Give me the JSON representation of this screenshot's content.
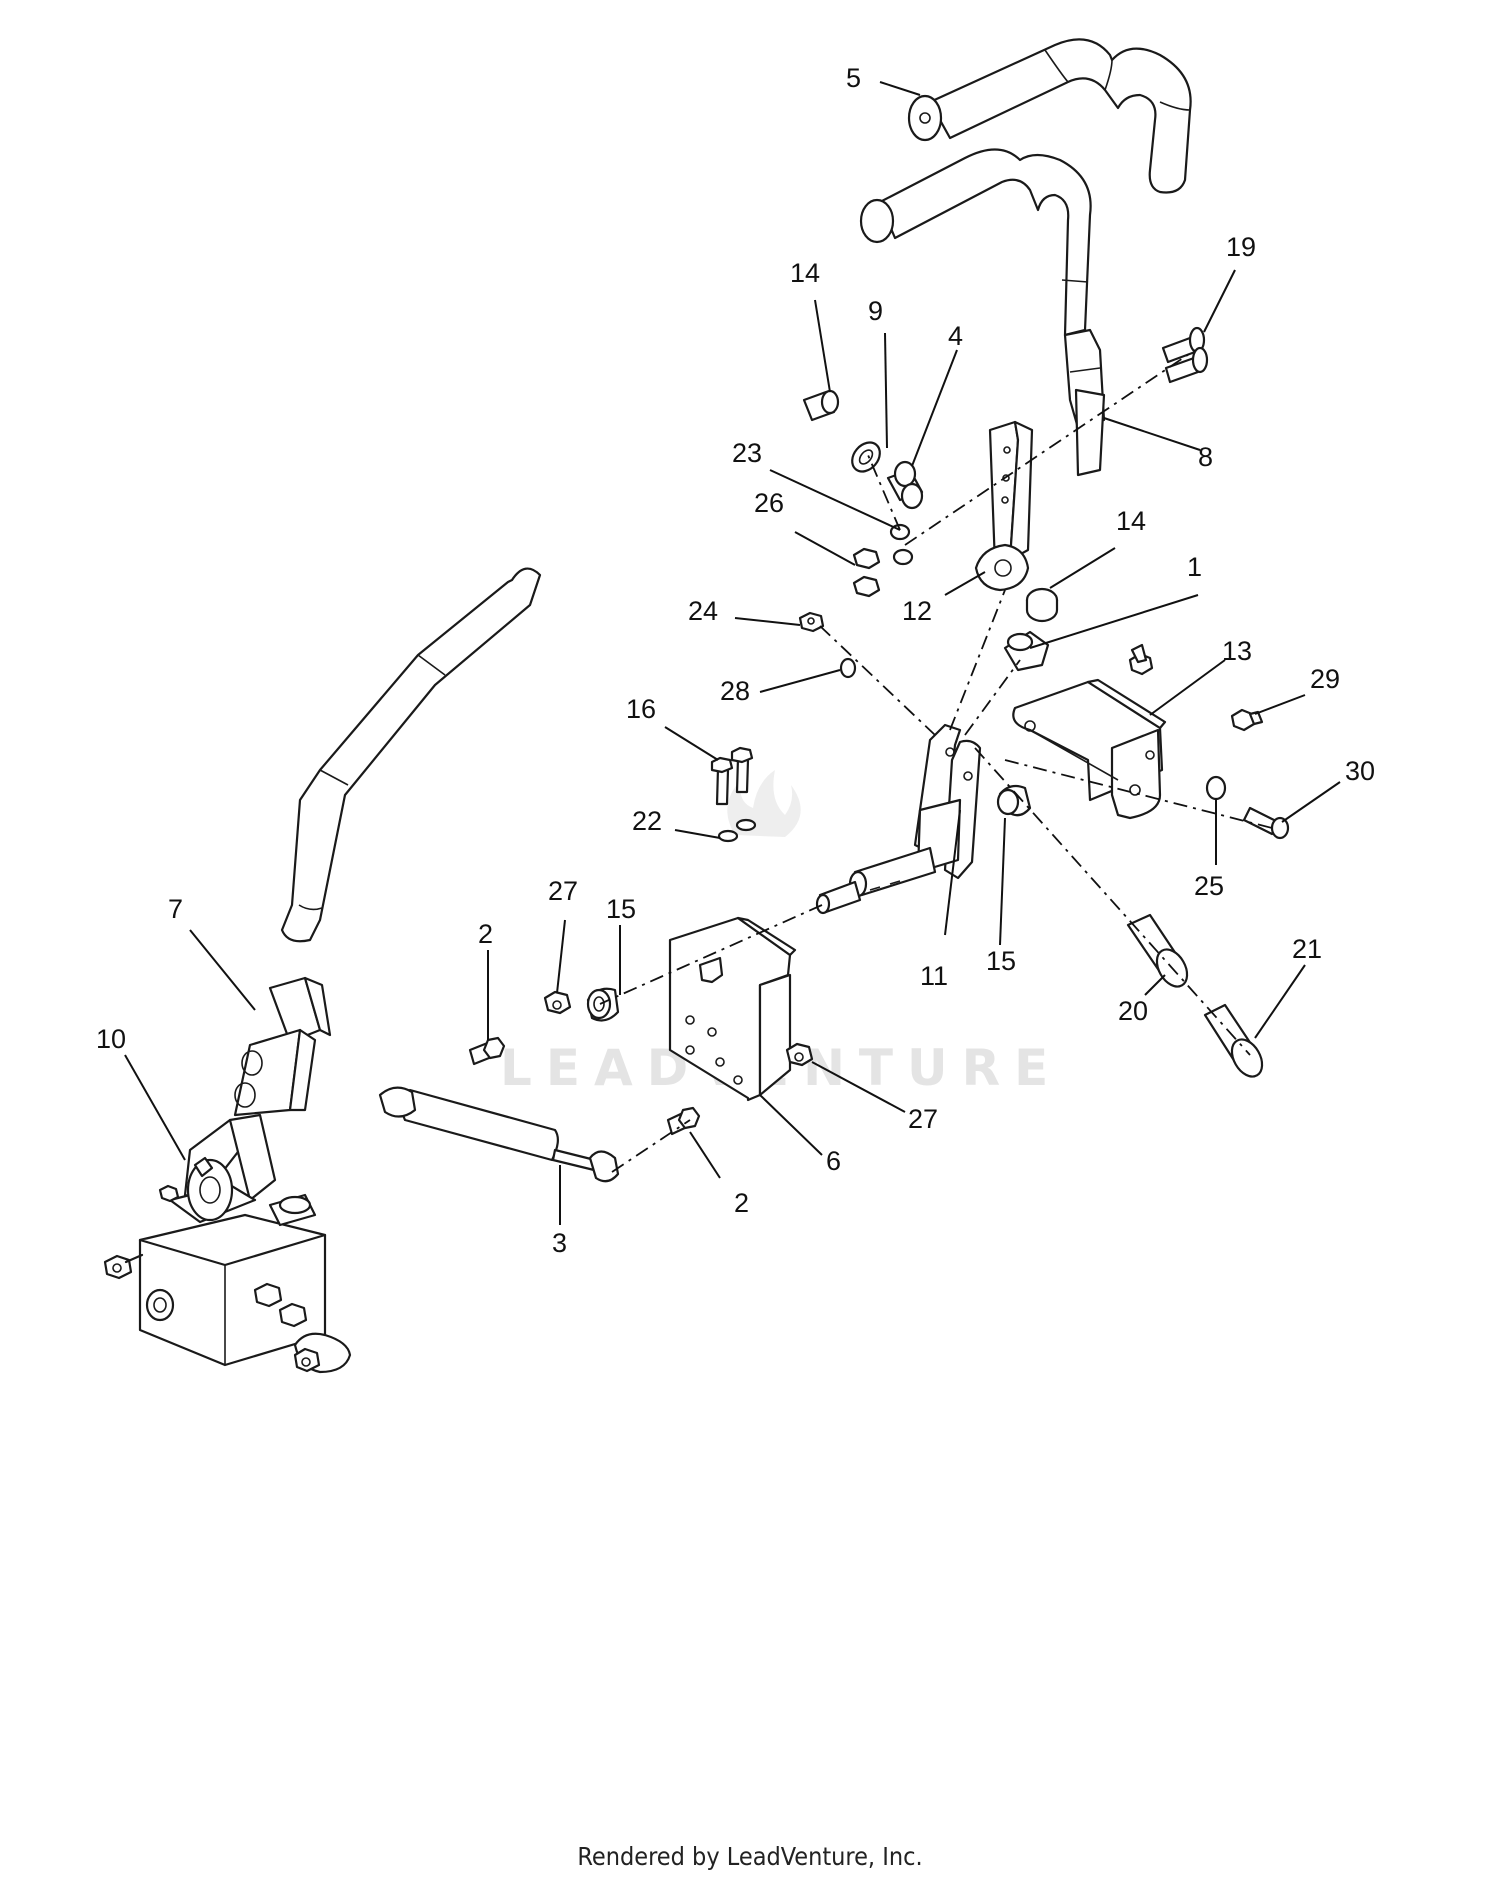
{
  "watermark": "LEADVENTURE",
  "footer": "Rendered by LeadVenture, Inc.",
  "callouts": [
    {
      "label": "5"
    },
    {
      "label": "19"
    },
    {
      "label": "14"
    },
    {
      "label": "9"
    },
    {
      "label": "4"
    },
    {
      "label": "8"
    },
    {
      "label": "23"
    },
    {
      "label": "26"
    },
    {
      "label": "14"
    },
    {
      "label": "1"
    },
    {
      "label": "12"
    },
    {
      "label": "24"
    },
    {
      "label": "28"
    },
    {
      "label": "13"
    },
    {
      "label": "29"
    },
    {
      "label": "16"
    },
    {
      "label": "30"
    },
    {
      "label": "22"
    },
    {
      "label": "25"
    },
    {
      "label": "27"
    },
    {
      "label": "15"
    },
    {
      "label": "2"
    },
    {
      "label": "7"
    },
    {
      "label": "11"
    },
    {
      "label": "15"
    },
    {
      "label": "21"
    },
    {
      "label": "10"
    },
    {
      "label": "20"
    },
    {
      "label": "27"
    },
    {
      "label": "6"
    },
    {
      "label": "2"
    },
    {
      "label": "3"
    }
  ]
}
